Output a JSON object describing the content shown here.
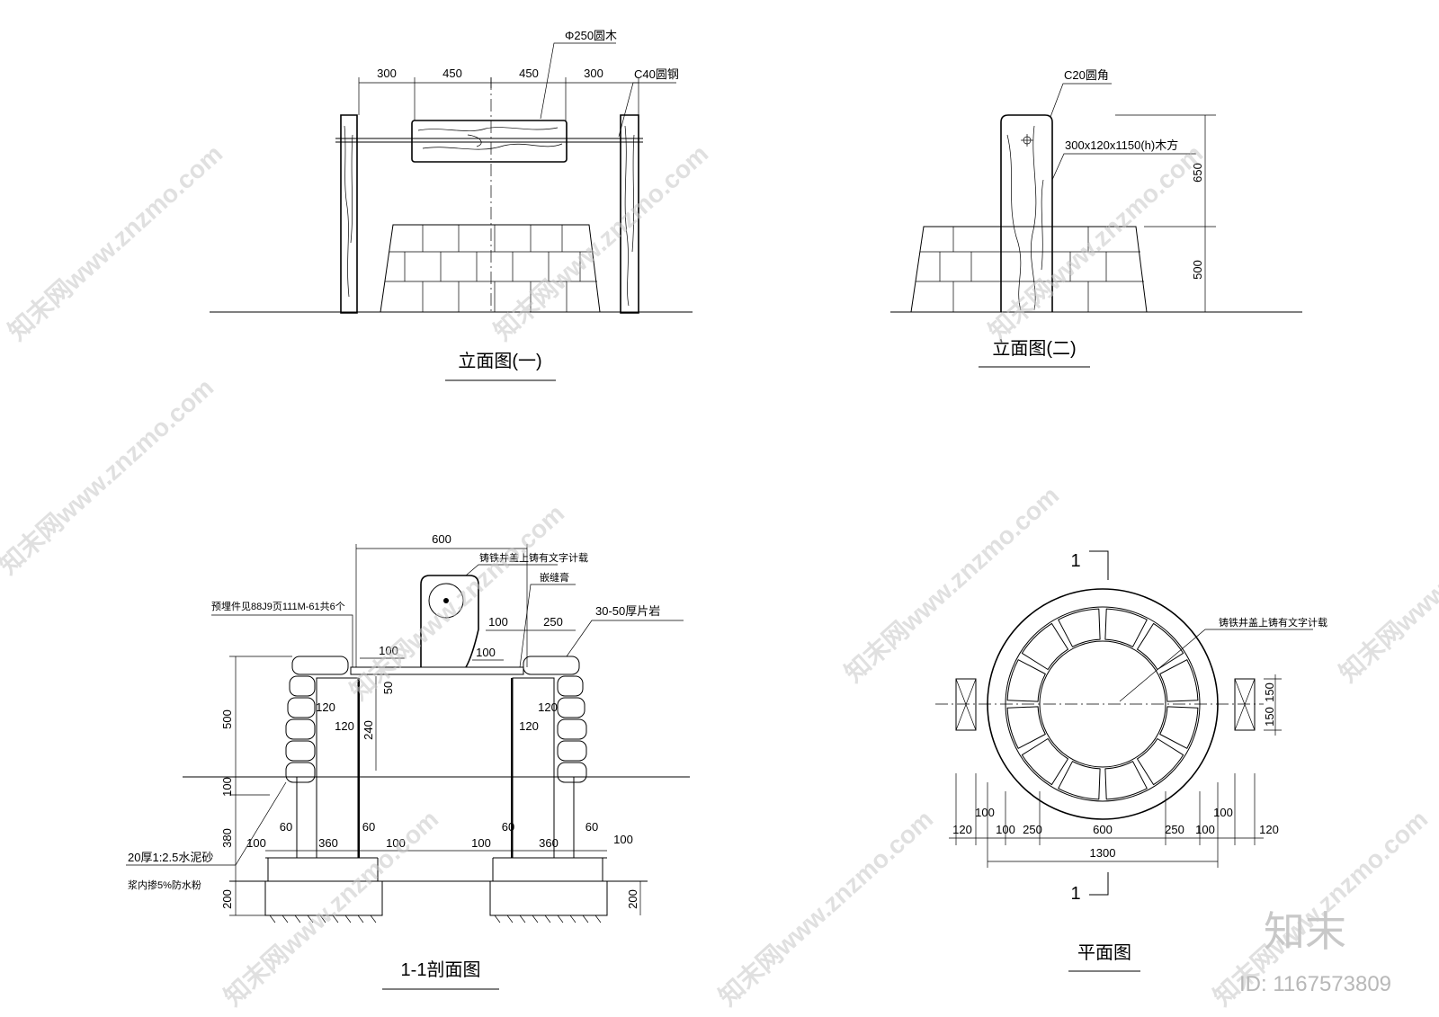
{
  "elevation1": {
    "title": "立面图(一)",
    "dims": [
      "300",
      "450",
      "450",
      "300"
    ],
    "log_label": "Φ250圆木",
    "rod_label": "C40圆钢"
  },
  "elevation2": {
    "title": "立面图(二)",
    "corner_label": "C20圆角",
    "post_label": "300x120x1150(h)木方",
    "dims": [
      "650",
      "500"
    ]
  },
  "section": {
    "title": "1-1剖面图",
    "width_dim": "600",
    "cover_label": "铸铁井盖上铸有文字计载",
    "seal_label": "嵌缝膏",
    "stone_label": "30-50厚片岩",
    "embed_label": "预埋件见88J9页111M-61共6个",
    "mortar_label_1": "20厚1:2.5水泥砂",
    "mortar_label_2": "浆内掺5%防水粉",
    "dims": {
      "d100a": "100",
      "d250": "250",
      "d100b": "100",
      "d100c": "100",
      "d50": "50",
      "d120a": "120",
      "d120b": "120",
      "d120c": "120",
      "d120d": "120",
      "d240": "240",
      "d500": "500",
      "d100v": "100",
      "d380": "380",
      "d200l": "200",
      "d200r": "200",
      "b100a": "100",
      "b60a": "60",
      "b360a": "360",
      "b60b": "60",
      "b100b": "100",
      "b100c": "100",
      "b60c": "60",
      "b360b": "360",
      "b60d": "60",
      "b100d": "100"
    }
  },
  "plan": {
    "title": "平面图",
    "cut_mark_top": "1",
    "cut_mark_bottom": "1",
    "cover_label": "铸铁井盖上铸有文字计载",
    "dims": {
      "r150a": "150",
      "r150b": "150",
      "p120a": "120",
      "p100a": "100",
      "p100b": "100",
      "p250a": "250",
      "p600": "600",
      "p250b": "250",
      "p100c": "100",
      "p100d": "100",
      "p120b": "120",
      "p1300": "1300"
    }
  },
  "watermark": {
    "text": "知末网www.znzmo.com",
    "brand": "知末",
    "id": "ID: 1167573809"
  }
}
